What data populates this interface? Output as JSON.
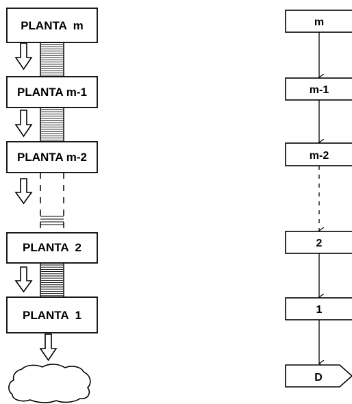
{
  "colors": {
    "stroke": "#000000",
    "fill": "#ffffff",
    "stripe": "#000000"
  },
  "left_panel": {
    "floors": [
      {
        "label": "PLANTA  m"
      },
      {
        "label": "PLANTA m-1"
      },
      {
        "label": "PLANTA m-2"
      },
      {
        "label": "PLANTA  2"
      },
      {
        "label": "PLANTA  1"
      }
    ],
    "ground_icon": "cloud-shape"
  },
  "right_panel": {
    "nodes": [
      {
        "label": "m"
      },
      {
        "label": "m-1"
      },
      {
        "label": "m-2"
      },
      {
        "label": "2"
      },
      {
        "label": "1"
      }
    ],
    "terminal": {
      "label": "D"
    }
  }
}
